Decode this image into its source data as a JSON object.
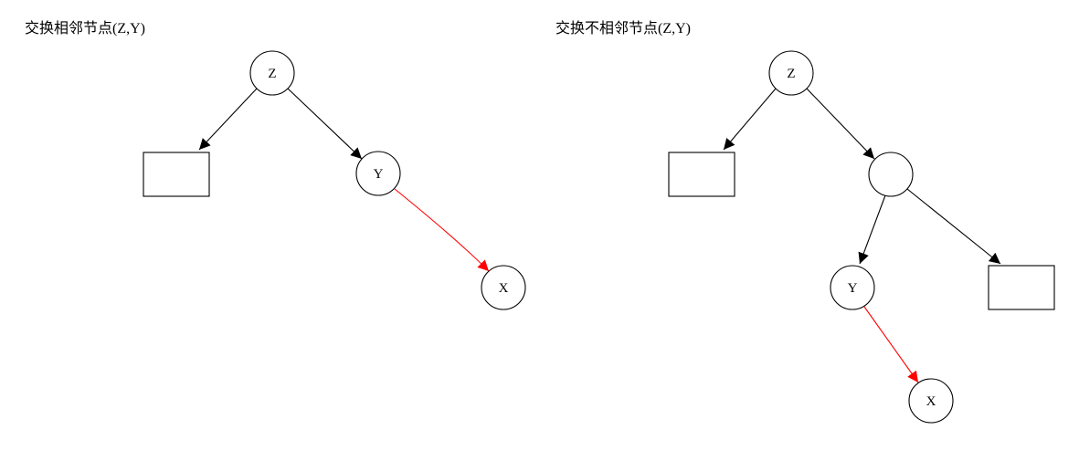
{
  "colors": {
    "normal_edge": "#000000",
    "highlight_edge": "#ff0000",
    "node_stroke": "#000000",
    "node_fill": "#ffffff"
  },
  "diagrams": [
    {
      "title": "交换相邻节点(Z,Y)",
      "nodes": [
        {
          "id": "z",
          "label": "Z",
          "shape": "circle"
        },
        {
          "id": "nil",
          "label": "",
          "shape": "box"
        },
        {
          "id": "y",
          "label": "Y",
          "shape": "circle"
        },
        {
          "id": "x",
          "label": "X",
          "shape": "circle"
        }
      ],
      "edges": [
        {
          "from": "z",
          "to": "nil",
          "highlight": false
        },
        {
          "from": "z",
          "to": "y",
          "highlight": false
        },
        {
          "from": "y",
          "to": "x",
          "highlight": true
        }
      ]
    },
    {
      "title": "交换不相邻节点(Z,Y)",
      "nodes": [
        {
          "id": "z",
          "label": "Z",
          "shape": "circle"
        },
        {
          "id": "nil1",
          "label": "",
          "shape": "box"
        },
        {
          "id": "m",
          "label": "",
          "shape": "circle"
        },
        {
          "id": "y",
          "label": "Y",
          "shape": "circle"
        },
        {
          "id": "nil2",
          "label": "",
          "shape": "box"
        },
        {
          "id": "x",
          "label": "X",
          "shape": "circle"
        }
      ],
      "edges": [
        {
          "from": "z",
          "to": "nil1",
          "highlight": false
        },
        {
          "from": "z",
          "to": "m",
          "highlight": false
        },
        {
          "from": "m",
          "to": "y",
          "highlight": false
        },
        {
          "from": "m",
          "to": "nil2",
          "highlight": false
        },
        {
          "from": "y",
          "to": "x",
          "highlight": true
        }
      ]
    }
  ]
}
